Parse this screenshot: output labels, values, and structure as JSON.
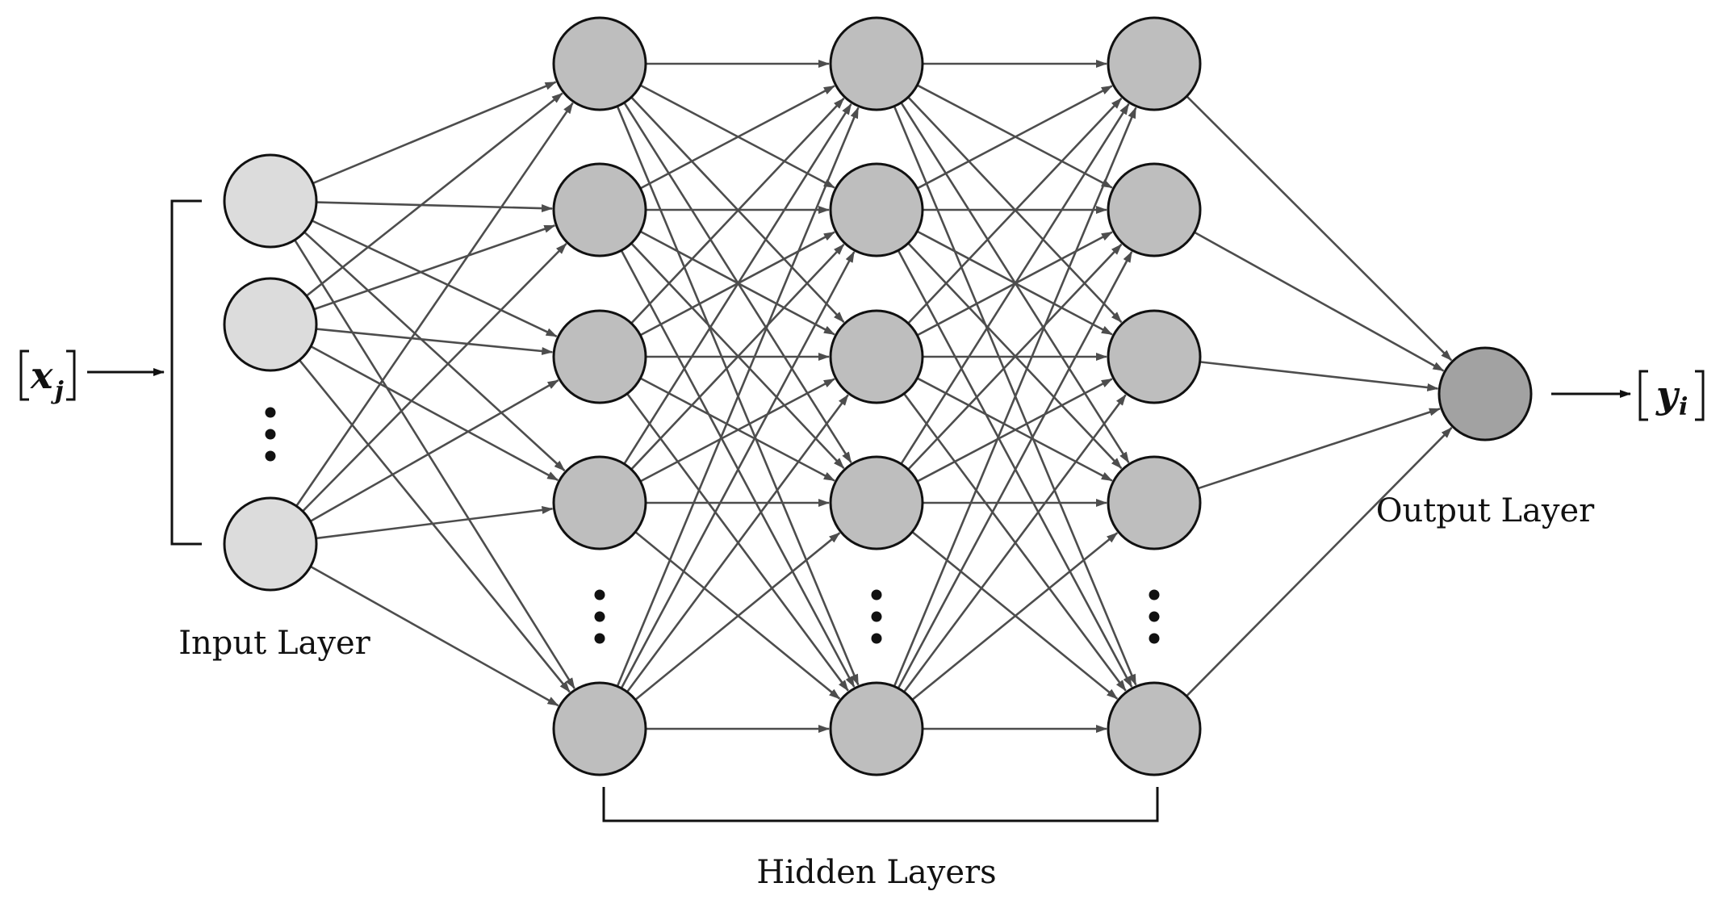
{
  "diagram": {
    "input_symbol": "x",
    "input_subscript": "j",
    "output_symbol": "y",
    "output_subscript": "i",
    "labels": {
      "input_layer": "Input Layer",
      "hidden_layers": "Hidden Layers",
      "output_layer": "Output Layer"
    },
    "layers": [
      {
        "name": "input",
        "visible_nodes": 3,
        "ellipsis": true
      },
      {
        "name": "hidden-1",
        "visible_nodes": 5,
        "ellipsis": true
      },
      {
        "name": "hidden-2",
        "visible_nodes": 5,
        "ellipsis": true
      },
      {
        "name": "hidden-3",
        "visible_nodes": 5,
        "ellipsis": true
      },
      {
        "name": "output",
        "visible_nodes": 1,
        "ellipsis": false
      }
    ],
    "colors": {
      "input_fill": "#dcdcdc",
      "hidden_fill": "#bebebe",
      "output_fill": "#a2a2a2",
      "stroke": "#111111",
      "edge": "#4d4d4d"
    }
  }
}
